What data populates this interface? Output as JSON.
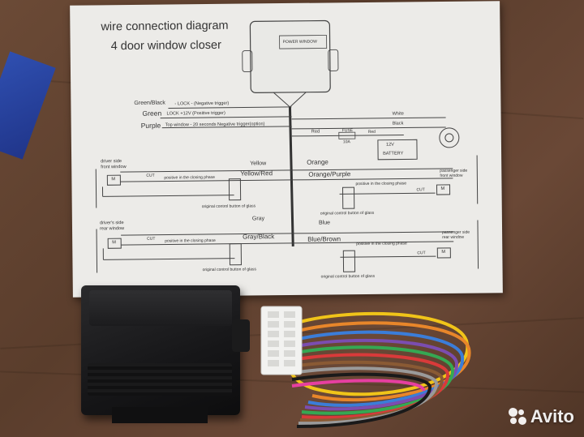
{
  "scene": "product photo",
  "paper": {
    "title_line1": "wire connection diagram",
    "title_line2": "4 door window closer",
    "module_label": "POWER WINDOW",
    "wires": {
      "green_black": "Green/Black",
      "green_black_desc": "- LOCK - (Negative trigger)",
      "green": "Green",
      "green_desc": "LOCK +12V (Positive trigger)",
      "purple": "Purple",
      "purple_desc": "Top window - 20 seconds Negative trigger(option)",
      "white": "White",
      "black": "Black",
      "red": "Red",
      "fuse": "FUSE",
      "fuse_amp": "10A",
      "red2": "Red",
      "battery_voltage": "12V",
      "battery": "BATTERY",
      "yellow": "Yellow",
      "yellow_red": "Yellow/Red",
      "orange": "Orange",
      "orange_purple": "Orange/Purple",
      "gray": "Gray",
      "gray_black": "Gray/Black",
      "blue": "Blue",
      "blue_brown": "Blue/Brown"
    },
    "labels": {
      "driver_front": "driver side\nfront window",
      "driver_rear": "driver's side\nrear window",
      "passenger_front": "passenger side\nfront window",
      "passenger_rear": "passenger side\nrear window",
      "cut": "CUT",
      "positive_closing": "positive in the closing phase",
      "original_button": "original control button of glass",
      "motor": "M"
    }
  },
  "watermark": "Avito",
  "colors": {
    "table": "#5e412f",
    "paper": "#ecebe8",
    "device": "#161618",
    "connector": "#f2f2f0"
  }
}
